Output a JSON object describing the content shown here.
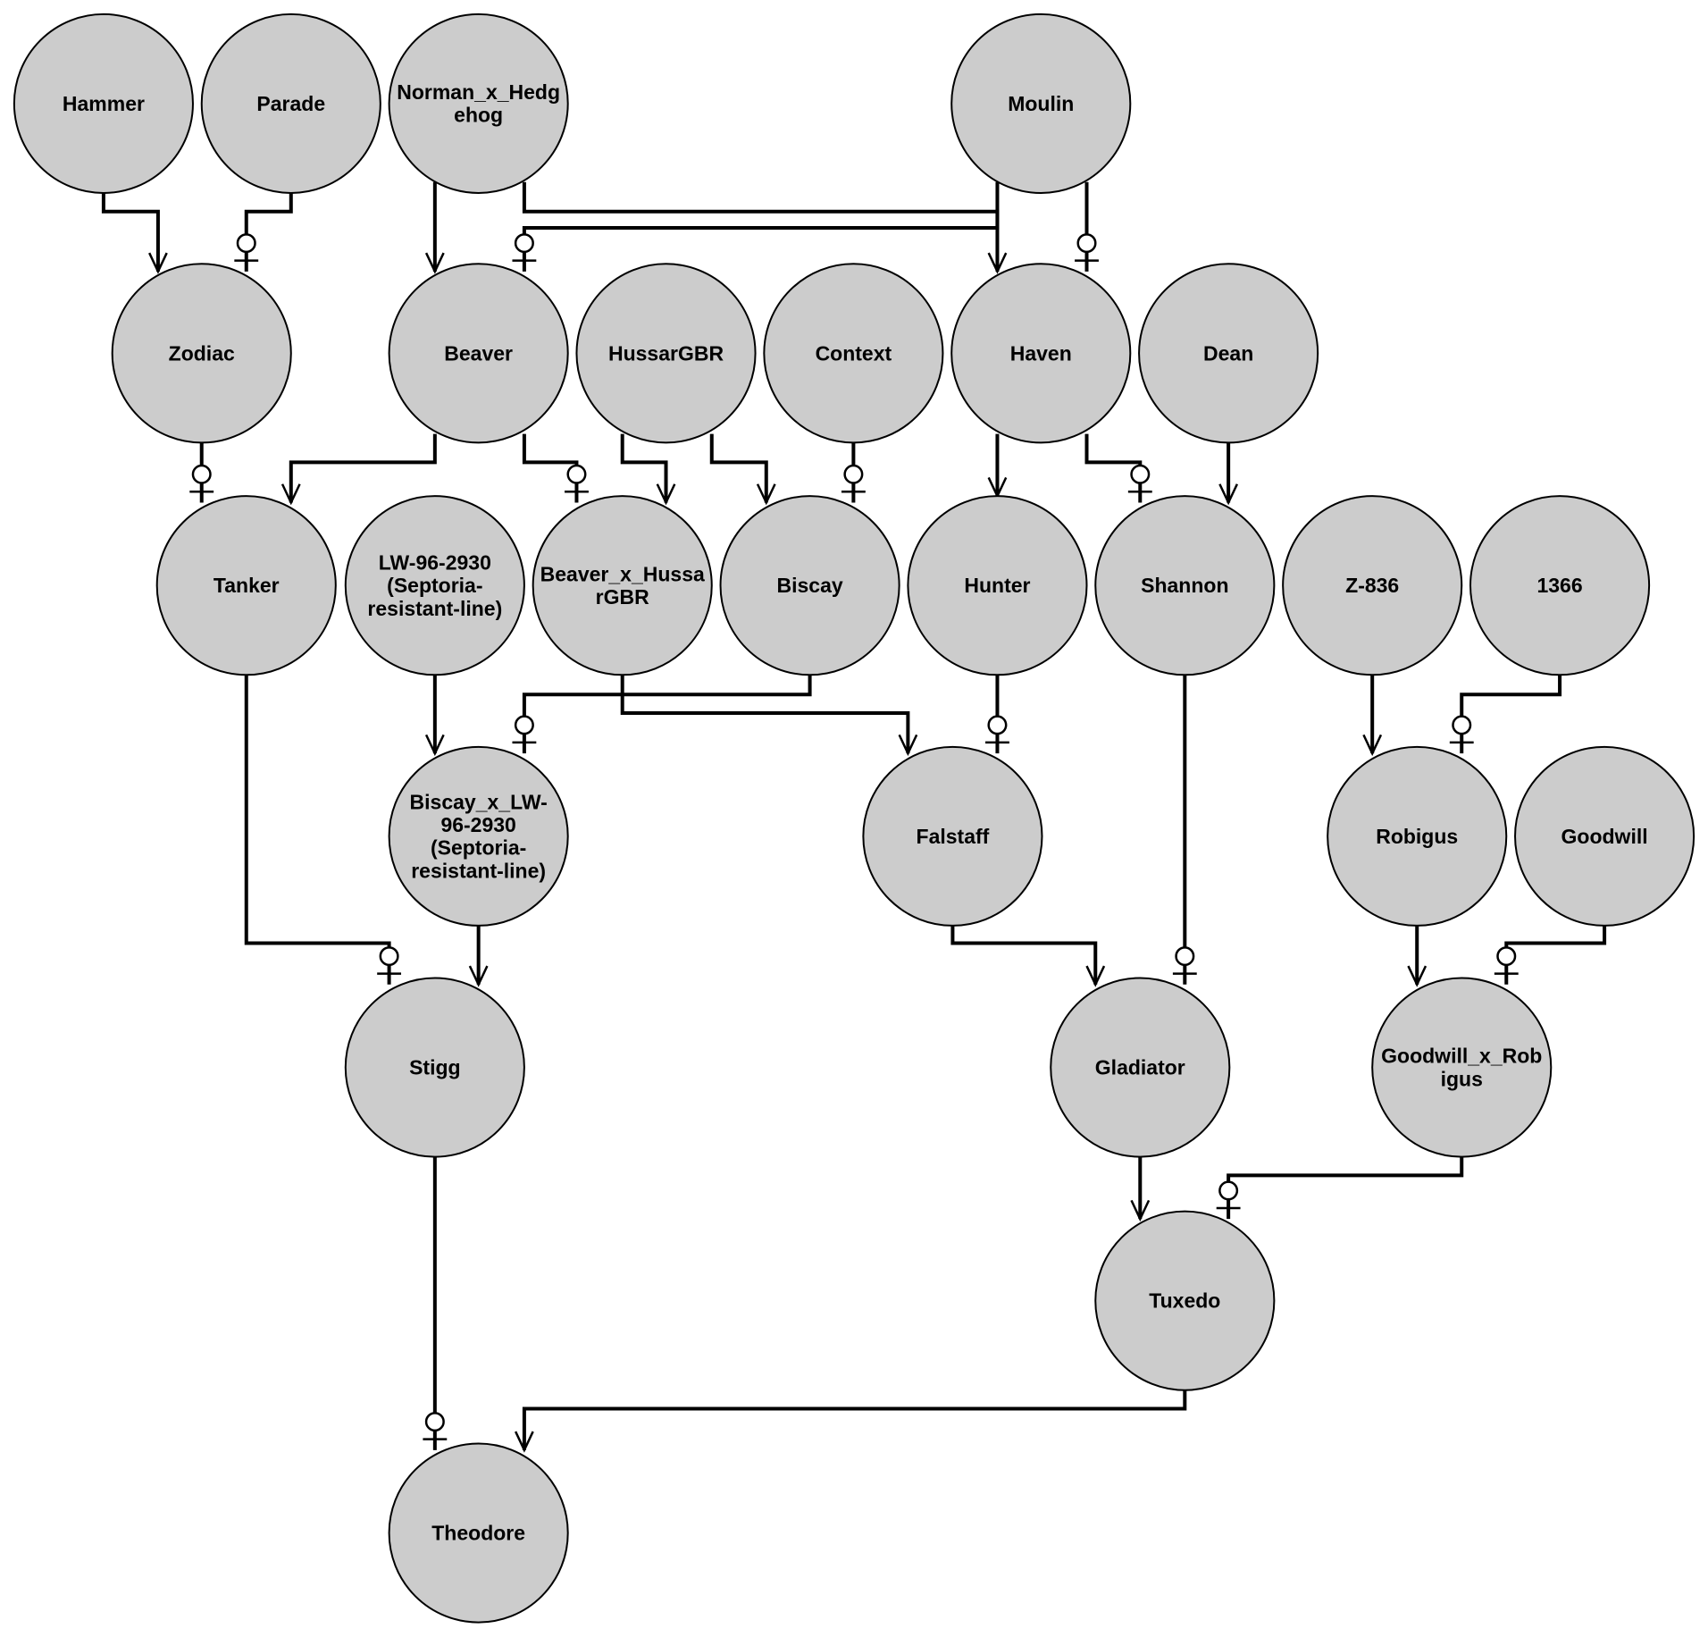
{
  "diagram": {
    "title": "",
    "colors": {
      "node_fill": "#cccccc",
      "stroke": "#000000",
      "background": "#ffffff"
    },
    "nodes": [
      {
        "id": "hammer",
        "label": "Hammer"
      },
      {
        "id": "parade",
        "label": "Parade"
      },
      {
        "id": "norman",
        "label": "Norman_x_Hedgehog",
        "lines": [
          "Norman_x_Hedg",
          "ehog"
        ]
      },
      {
        "id": "moulin",
        "label": "Moulin"
      },
      {
        "id": "zodiac",
        "label": "Zodiac"
      },
      {
        "id": "beaver",
        "label": "Beaver"
      },
      {
        "id": "hussar",
        "label": "HussarGBR"
      },
      {
        "id": "context",
        "label": "Context"
      },
      {
        "id": "haven",
        "label": "Haven"
      },
      {
        "id": "dean",
        "label": "Dean"
      },
      {
        "id": "tanker",
        "label": "Tanker"
      },
      {
        "id": "lw",
        "label": "LW-96-2930 (Septoria-resistant-line)",
        "lines": [
          "LW-96-2930",
          "(Septoria-",
          "resistant-line)"
        ]
      },
      {
        "id": "bxh",
        "label": "Beaver_x_HussarGBR",
        "lines": [
          "Beaver_x_Hussa",
          "rGBR"
        ]
      },
      {
        "id": "biscay",
        "label": "Biscay"
      },
      {
        "id": "hunter",
        "label": "Hunter"
      },
      {
        "id": "shannon",
        "label": "Shannon"
      },
      {
        "id": "z836",
        "label": "Z-836"
      },
      {
        "id": "n1366",
        "label": "1366"
      },
      {
        "id": "bxlw",
        "label": "Biscay_x_LW-96-2930 (Septoria-resistant-line)",
        "lines": [
          "Biscay_x_LW-",
          "96-2930",
          "(Septoria-",
          "resistant-line)"
        ]
      },
      {
        "id": "falstaff",
        "label": "Falstaff"
      },
      {
        "id": "robigus",
        "label": "Robigus"
      },
      {
        "id": "goodwill",
        "label": "Goodwill"
      },
      {
        "id": "stigg",
        "label": "Stigg"
      },
      {
        "id": "gladiator",
        "label": "Gladiator"
      },
      {
        "id": "gxr",
        "label": "Goodwill_x_Robigus",
        "lines": [
          "Goodwill_x_Rob",
          "igus"
        ]
      },
      {
        "id": "tuxedo",
        "label": "Tuxedo"
      },
      {
        "id": "theodore",
        "label": "Theodore"
      }
    ],
    "edges": [
      {
        "from": "hammer",
        "to": "zodiac",
        "marker": "arrow"
      },
      {
        "from": "parade",
        "to": "zodiac",
        "marker": "circle-bar"
      },
      {
        "from": "norman",
        "to": "beaver",
        "marker": "arrow"
      },
      {
        "from": "moulin",
        "to": "beaver",
        "marker": "circle-bar"
      },
      {
        "from": "norman",
        "to": "haven",
        "marker": "arrow"
      },
      {
        "from": "moulin",
        "to": "haven",
        "marker": "circle-bar"
      },
      {
        "from": "zodiac",
        "to": "tanker",
        "marker": "circle-bar"
      },
      {
        "from": "beaver",
        "to": "tanker",
        "marker": "arrow"
      },
      {
        "from": "beaver",
        "to": "bxh",
        "marker": "circle-bar"
      },
      {
        "from": "hussar",
        "to": "bxh",
        "marker": "arrow"
      },
      {
        "from": "hussar",
        "to": "biscay",
        "marker": "arrow"
      },
      {
        "from": "context",
        "to": "biscay",
        "marker": "circle-bar"
      },
      {
        "from": "haven",
        "to": "hunter",
        "marker": "arrow"
      },
      {
        "from": "haven",
        "to": "shannon",
        "marker": "circle-bar"
      },
      {
        "from": "dean",
        "to": "shannon",
        "marker": "arrow"
      },
      {
        "from": "lw",
        "to": "bxlw",
        "marker": "arrow"
      },
      {
        "from": "biscay",
        "to": "bxlw",
        "marker": "circle-bar"
      },
      {
        "from": "bxh",
        "to": "falstaff",
        "marker": "arrow"
      },
      {
        "from": "hunter",
        "to": "falstaff",
        "marker": "circle-bar"
      },
      {
        "from": "z836",
        "to": "robigus",
        "marker": "arrow"
      },
      {
        "from": "n1366",
        "to": "robigus",
        "marker": "circle-bar"
      },
      {
        "from": "tanker",
        "to": "stigg",
        "marker": "circle-bar"
      },
      {
        "from": "bxlw",
        "to": "stigg",
        "marker": "arrow"
      },
      {
        "from": "falstaff",
        "to": "gladiator",
        "marker": "arrow"
      },
      {
        "from": "shannon",
        "to": "gladiator",
        "marker": "circle-bar"
      },
      {
        "from": "robigus",
        "to": "gxr",
        "marker": "arrow"
      },
      {
        "from": "goodwill",
        "to": "gxr",
        "marker": "circle-bar"
      },
      {
        "from": "gladiator",
        "to": "tuxedo",
        "marker": "arrow"
      },
      {
        "from": "gxr",
        "to": "tuxedo",
        "marker": "circle-bar"
      },
      {
        "from": "stigg",
        "to": "theodore",
        "marker": "circle-bar"
      },
      {
        "from": "tuxedo",
        "to": "theodore",
        "marker": "arrow"
      }
    ]
  }
}
